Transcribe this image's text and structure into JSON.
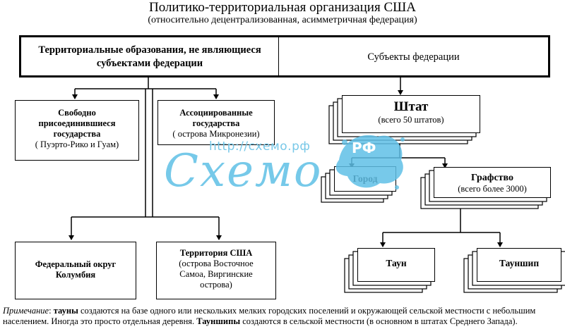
{
  "title": "Политико-территориальная организация США",
  "subtitle": "(относительно децентрализованная, асимметричная федерация)",
  "top": {
    "left_line1": "Территориальные образования, не являющиеся",
    "left_line2": "субъектами федерации",
    "right": "Субъекты федерации"
  },
  "left_nodes": {
    "free_assoc": {
      "line1": "Свободно",
      "line2": "присоединившиеся",
      "line3": "государства",
      "note": "( Пуэрто-Рико и Гуам)"
    },
    "associated": {
      "line1": "Ассоциированные",
      "line2": "государства",
      "note": "( острова Микронезии)"
    },
    "federal_district": {
      "line1": "Федеральный округ",
      "line2": "Колумбия"
    },
    "territory": {
      "line1": "Территория США",
      "note1": "(острова Восточное",
      "note2": "Самоа, Виргинские",
      "note3": "острова)"
    }
  },
  "right_nodes": {
    "state": {
      "label": "Штат",
      "note": "(всего 50 штатов)"
    },
    "city": {
      "label": "Город"
    },
    "county": {
      "label": "Графство",
      "note": "(всего более 3000)"
    },
    "town": {
      "label": "Таун"
    },
    "township": {
      "label": "Тауншип"
    }
  },
  "watermark": {
    "url": "http://схемо.рф",
    "logo": "Схемо",
    "badge": "РФ"
  },
  "footnote": {
    "lead": "Примечание",
    "t1": ": ",
    "b1": "тауны",
    "t2": " создаются на базе одного или нескольких мелких городских поселений и окружающей сельской местности с небольшим населением. Иногда это просто отдельная деревня. ",
    "b2": "Тауншипы",
    "t3": " создаются в сельской местности (в основном в штатах Среднего Запада)."
  }
}
